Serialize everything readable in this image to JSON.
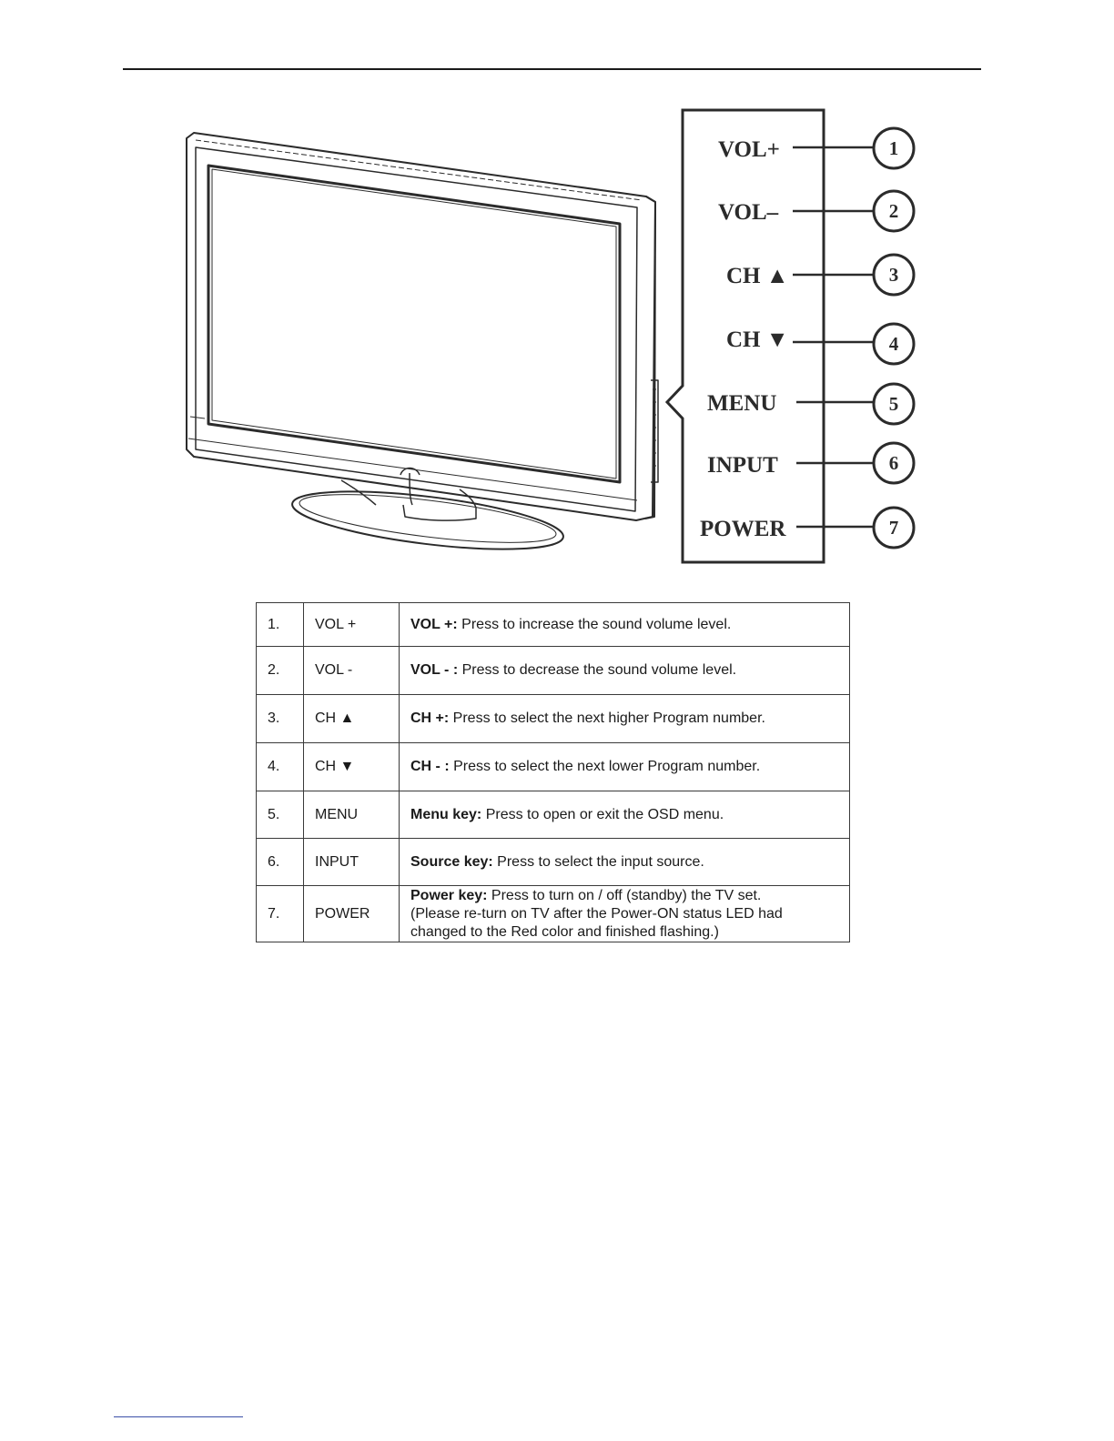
{
  "diagram": {
    "labels": [
      {
        "text": "VOL+",
        "num": "1"
      },
      {
        "text": "VOL–",
        "num": "2"
      },
      {
        "text": "CH ▲",
        "num": "3"
      },
      {
        "text": "CH ▼",
        "num": "4"
      },
      {
        "text": "MENU",
        "num": "5"
      },
      {
        "text": "INPUT",
        "num": "6"
      },
      {
        "text": "POWER",
        "num": "7"
      }
    ]
  },
  "table": {
    "rows": [
      {
        "num": "1.",
        "name": "VOL +",
        "term": "VOL +:",
        "desc": " Press to increase the sound volume level."
      },
      {
        "num": "2.",
        "name": "VOL -",
        "term": "VOL - :",
        "desc": " Press to decrease the sound volume level."
      },
      {
        "num": "3.",
        "name": "CH ▲",
        "term": "CH +:",
        "desc": " Press to select the next higher Program number."
      },
      {
        "num": "4.",
        "name": "CH ▼",
        "term": "CH - :",
        "desc": " Press to select the next lower Program number."
      },
      {
        "num": "5.",
        "name": "MENU",
        "term": "Menu key:",
        "desc": " Press to open or exit the OSD menu."
      },
      {
        "num": "6.",
        "name": "INPUT",
        "term": "Source key:",
        "desc": " Press to select the input source."
      },
      {
        "num": "7.",
        "name": "POWER",
        "term": "Power key:",
        "desc": " Press to turn on / off (standby) the TV set.",
        "desc_extra": "(Please re-turn on TV after the Power-ON status LED had changed to the Red color and finished flashing.)"
      }
    ]
  },
  "colors": {
    "ink": "#2b2b2b",
    "rule": "#1a1a1a",
    "footer_link_rule": "#3b4fa8"
  }
}
